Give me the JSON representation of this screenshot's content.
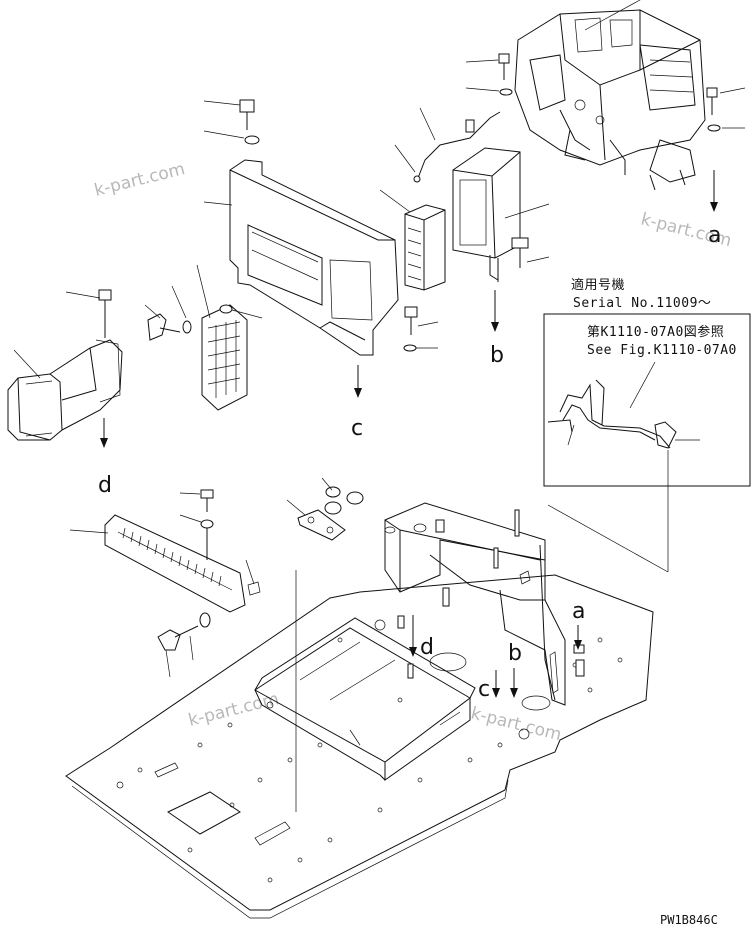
{
  "diagram": {
    "serial_label": "適用号機",
    "serial_value": "Serial No.11009～",
    "reference_jp": "第K1110-07A0図参照",
    "reference_en": "See Fig.K1110-07A0",
    "drawing_code": "PW1B846C",
    "watermarks": [
      "k-part.com",
      "k-part.com",
      "k-part.com",
      "k-part.com"
    ],
    "arrow_labels": {
      "a_top": "a",
      "b_top": "b",
      "c_top": "c",
      "d_top": "d",
      "a_bottom": "a",
      "b_bottom": "b",
      "c_bottom": "c",
      "d_bottom": "d"
    }
  }
}
